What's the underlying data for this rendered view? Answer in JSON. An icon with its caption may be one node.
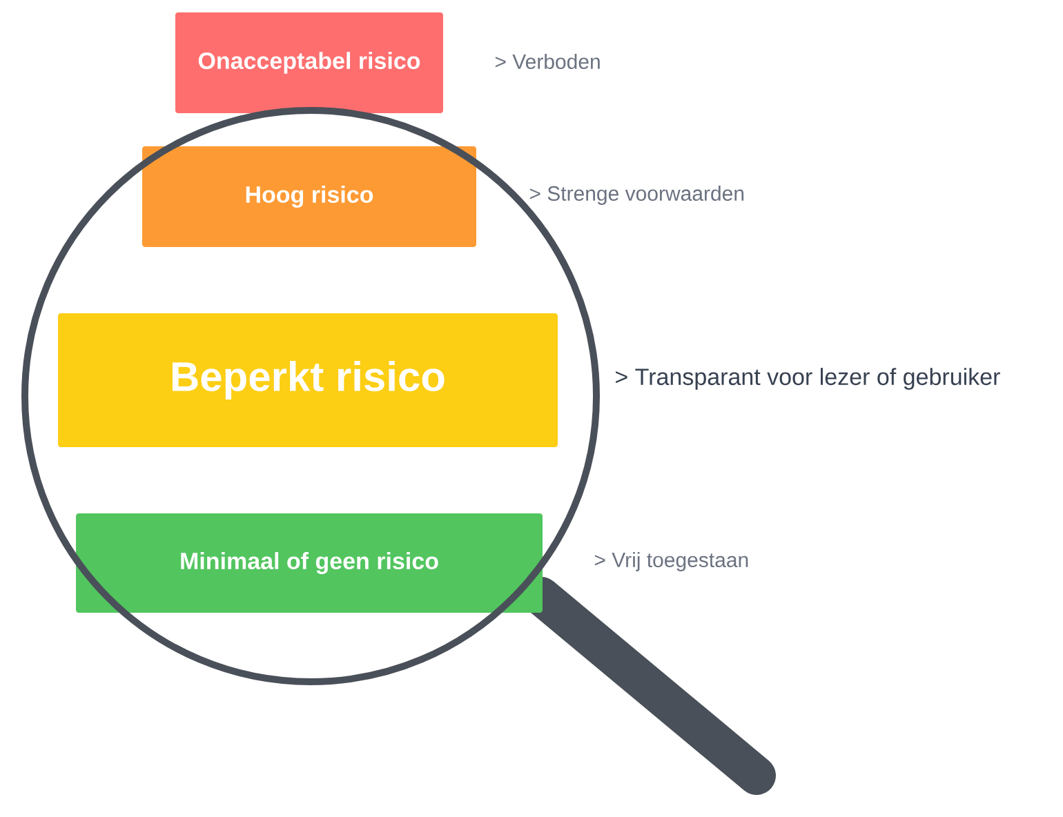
{
  "diagram": {
    "nodes": [
      {
        "text": [
          "Onacceptabel risico"
        ],
        "beside": [
          "> Verboden"
        ]
      },
      {
        "text": [
          "Hoog risico"
        ],
        "beside": [
          "> Strenge voorwaarden"
        ]
      },
      {
        "text": [
          "Beperkt risico"
        ],
        "beside": [
          "> Transparant voor lezer of gebruiker"
        ]
      },
      {
        "text": [
          "Minimaal of geen risico"
        ],
        "beside": [
          "> Vrij toegestaan"
        ]
      }
    ]
  }
}
